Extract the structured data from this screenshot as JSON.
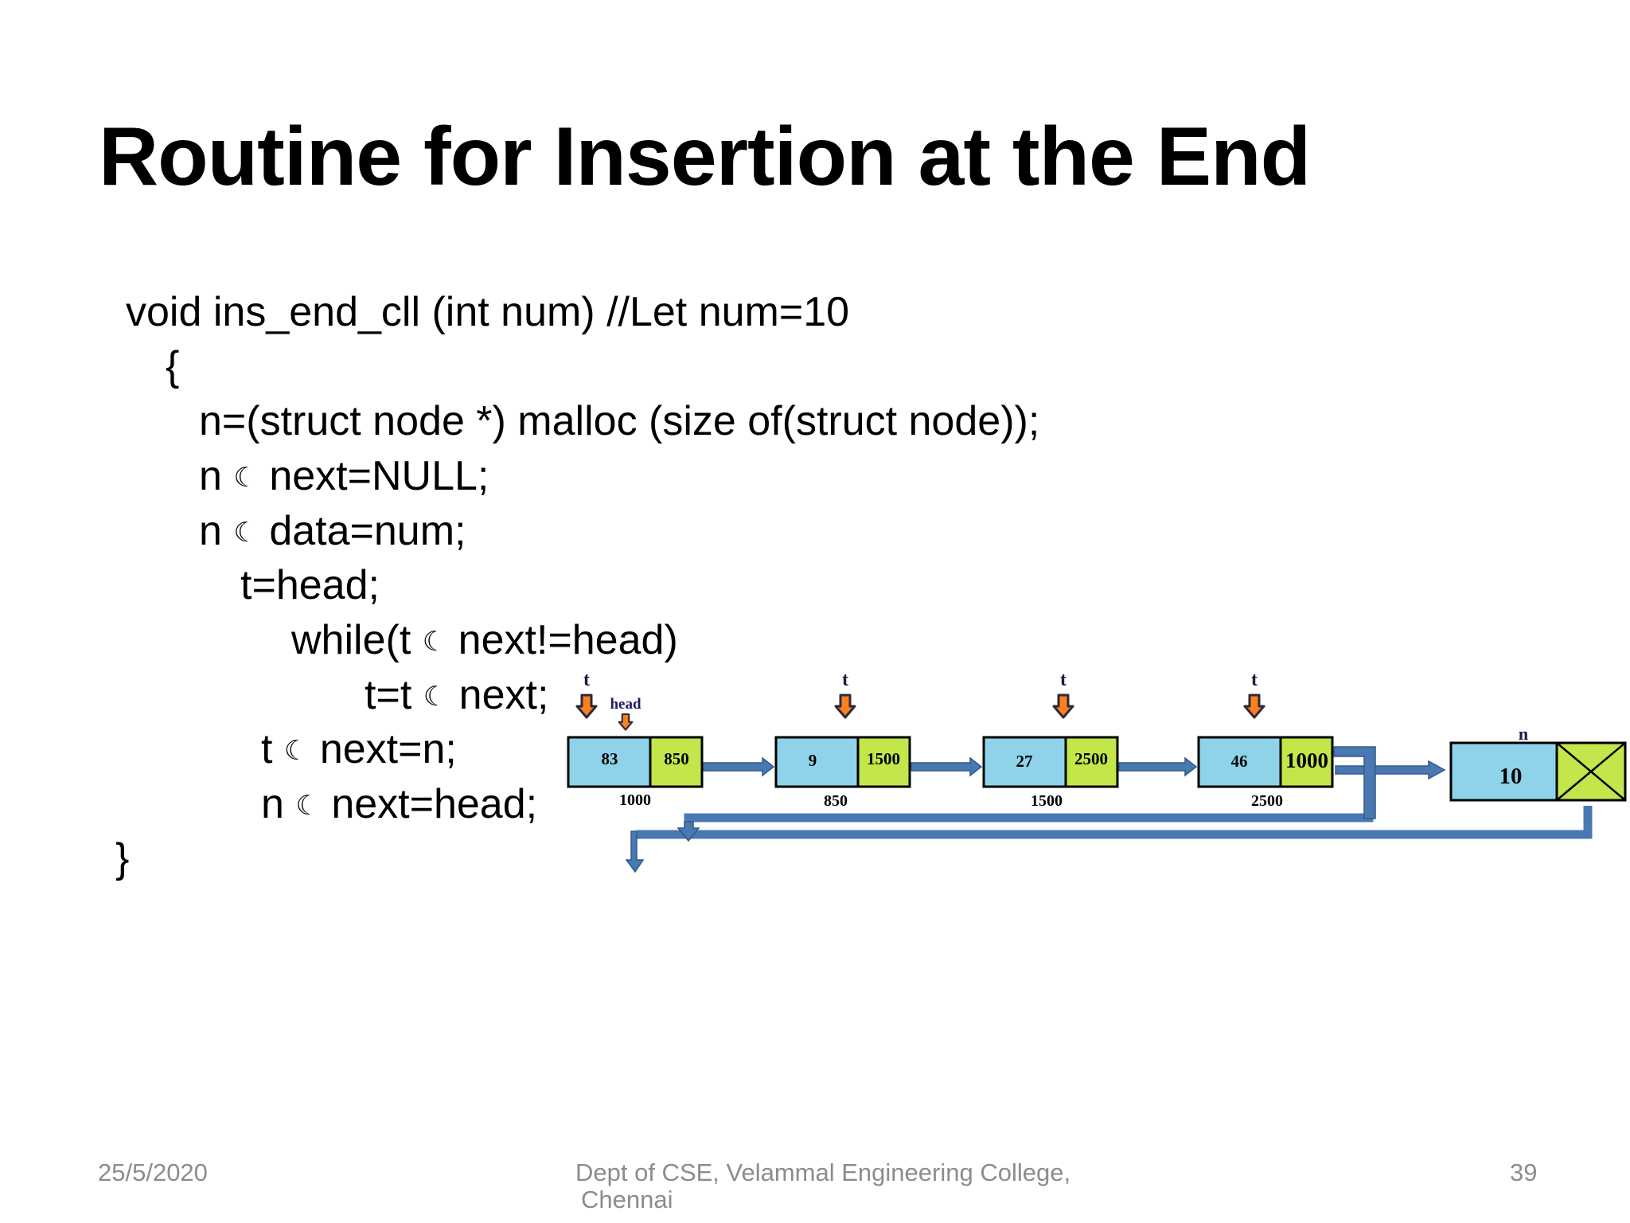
{
  "slide": {
    "title": "Routine for Insertion at the End",
    "code": {
      "l1": "void ins_end_cll (int num) //Let num=10",
      "l2": "{",
      "l3": "n=(struct node *) malloc (size of(struct node));",
      "l4a": "n",
      "l4b": "next=NULL;",
      "l5a": "n",
      "l5b": "data=num;",
      "l6": "t=head;",
      "l7a": "while(t",
      "l7b": "next!=head)",
      "l8a": "t=t",
      "l8b": "next;",
      "l9a": "t",
      "l9b": "next=n;",
      "l10a": "n",
      "l10b": "next=head;",
      "l11": "}",
      "arrow_symbol": "☾"
    },
    "footer": {
      "date": "25/5/2020",
      "dept_line1": "Dept of CSE, Velammal Engineering College,",
      "dept_line2": "Chennai",
      "page": "39"
    }
  },
  "diagram": {
    "pointer_t": "t",
    "pointer_head": "head",
    "pointer_n": "n",
    "nodes": [
      {
        "data": "83",
        "next": "850",
        "address": "1000"
      },
      {
        "data": "9",
        "next": "1500",
        "address": "850"
      },
      {
        "data": "27",
        "next": "2500",
        "address": "1500"
      },
      {
        "data": "46",
        "next": "1000",
        "address": "2500"
      }
    ],
    "new_node": {
      "data": "10"
    },
    "colors": {
      "data_cell": "#8fd3ea",
      "next_cell": "#c3e64a",
      "link": "#4a78b0",
      "pointer_arrow": "#ff7f1e"
    }
  }
}
